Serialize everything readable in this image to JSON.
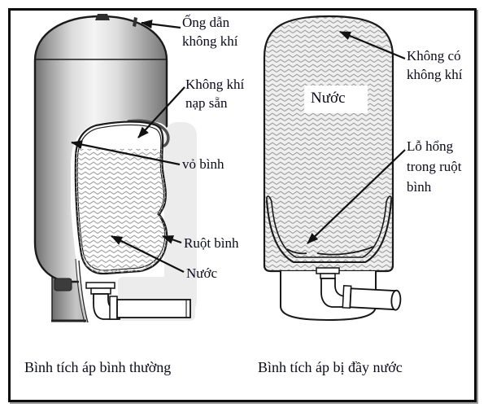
{
  "left_diagram": {
    "caption": "Bình tích áp bình thường",
    "labels": {
      "air_duct": "Ống dẫn\nkhông khí",
      "precharged_air": "Không khí\nnạp sẵn",
      "shell": "vỏ bình",
      "bladder": "Ruột bình",
      "water": "Nước"
    }
  },
  "right_diagram": {
    "caption": "Bình tích áp bị đầy nước",
    "labels": {
      "no_air": "Không có\nkhông khí",
      "water": "Nước",
      "hole": "Lỗ hổng\ntrong ruột\nbình"
    }
  },
  "colors": {
    "text": "#0a0a1a",
    "line": "#1a1a1a",
    "water_pattern": "#9e9e9e",
    "metal_light": "#f4f4f4",
    "metal_dark": "#6e6e6e",
    "frame_border": "#0d0d0d"
  }
}
